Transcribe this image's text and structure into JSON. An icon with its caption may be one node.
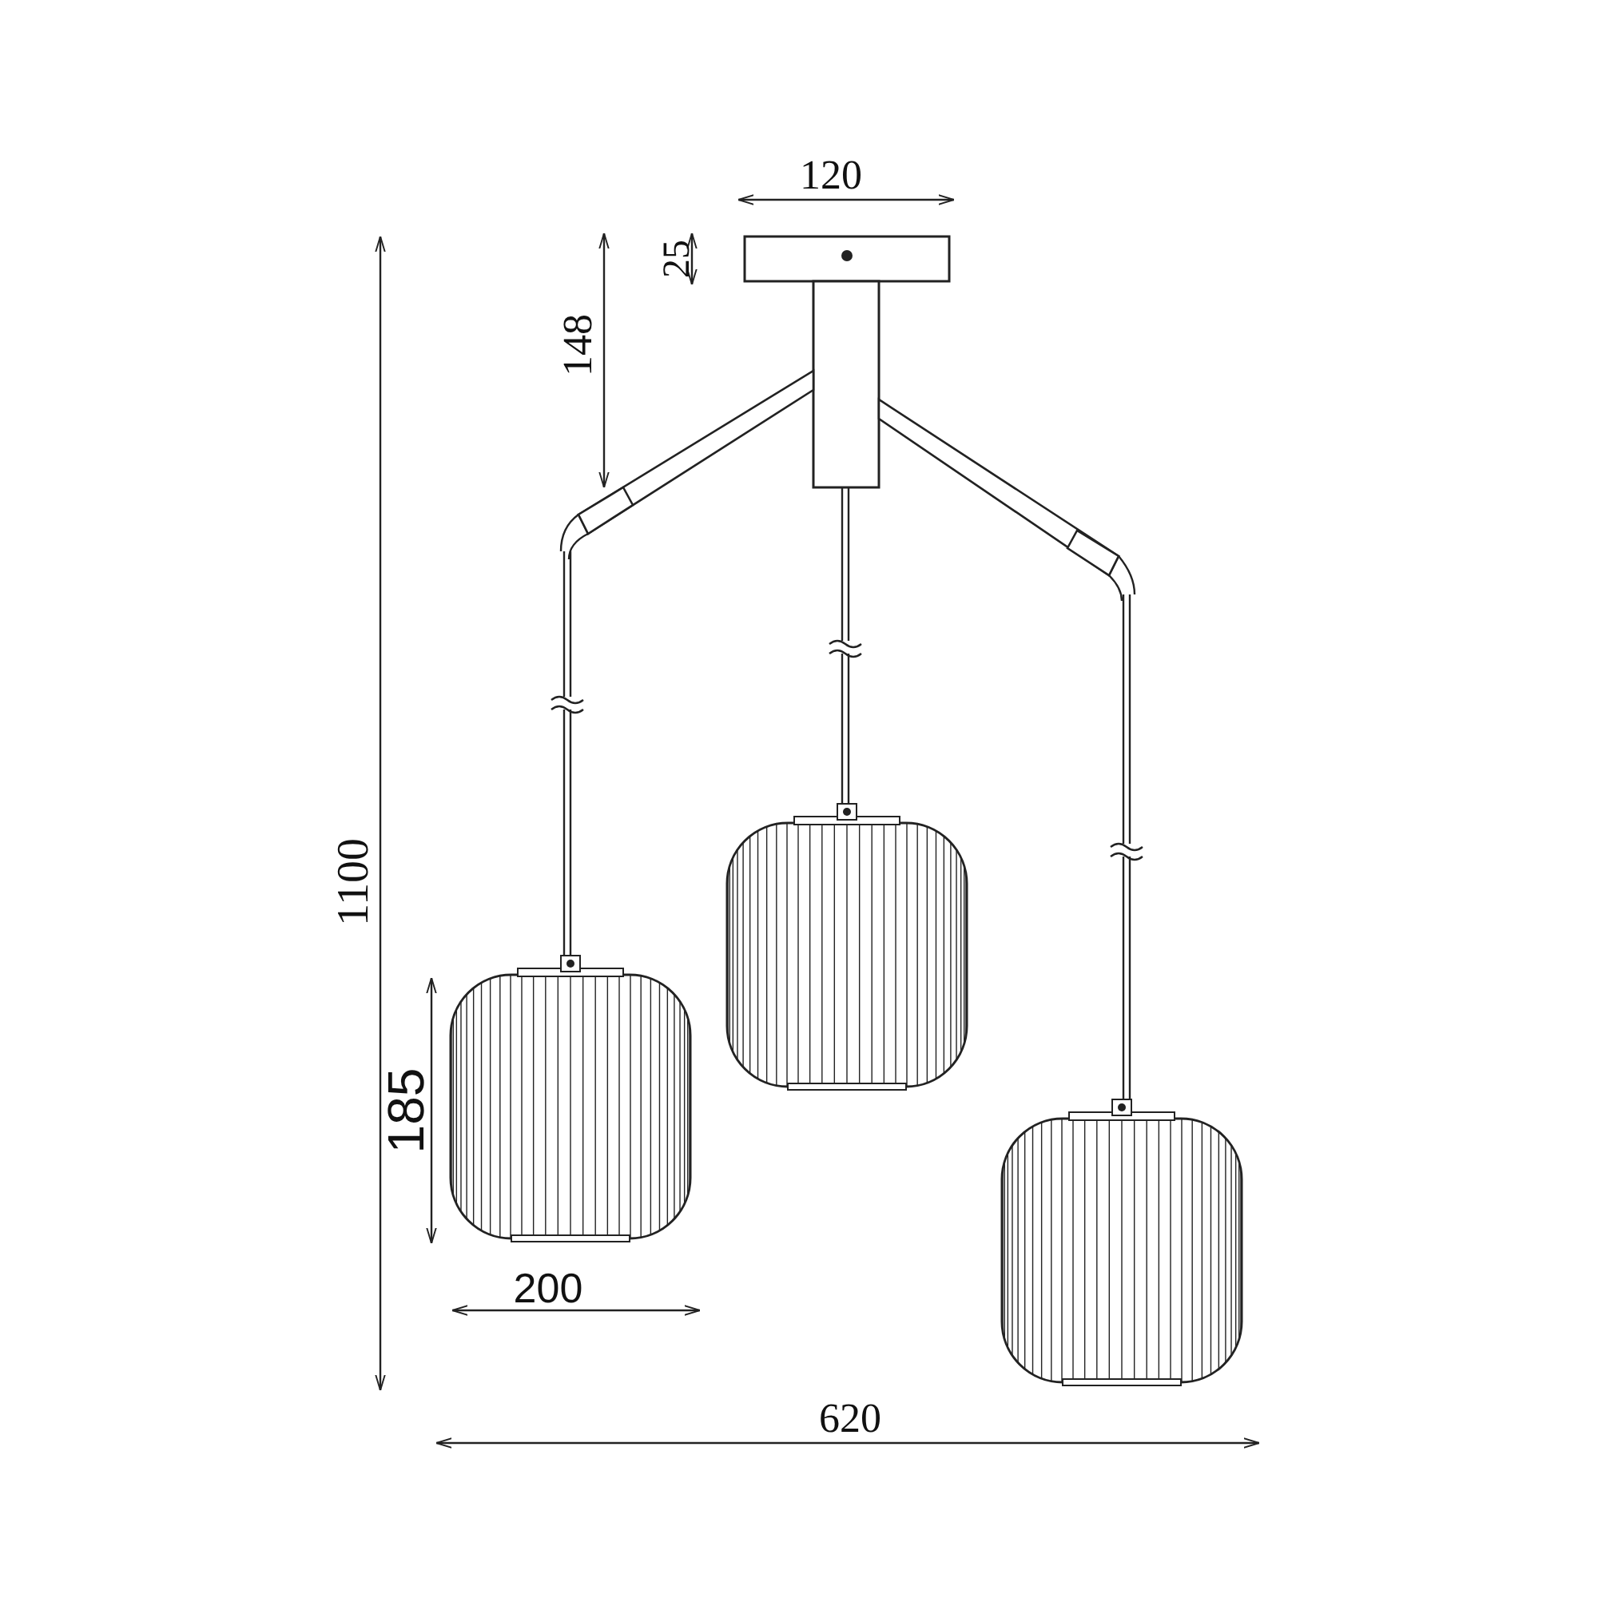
{
  "diagram": {
    "labels": [
      "120",
      "25",
      "148",
      "1100",
      "185",
      "200",
      "620"
    ]
  }
}
